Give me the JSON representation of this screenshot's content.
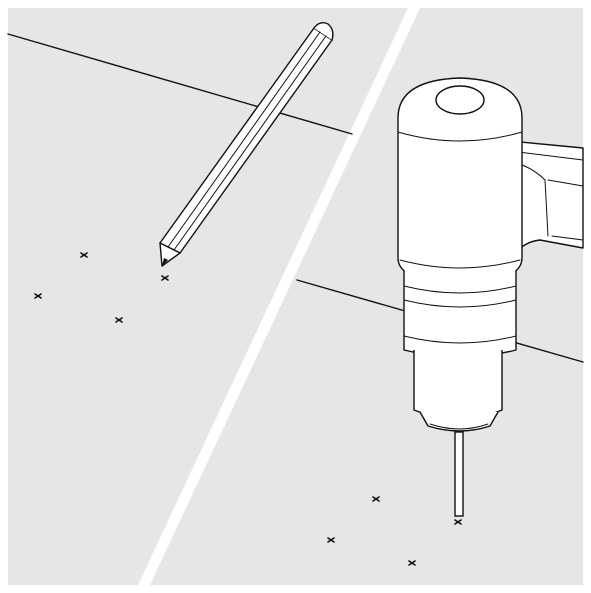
{
  "illustration": {
    "panels": [
      {
        "name": "marking-panel",
        "content": "pencil-icon"
      },
      {
        "name": "drilling-panel",
        "content": "drill-icon"
      }
    ],
    "colors": {
      "background": "#e6e6e6",
      "outline": "#111111",
      "tool_fill": "#ffffff",
      "divider": "#ffffff"
    },
    "left_marks_count": 4,
    "right_marks_count": 4
  }
}
